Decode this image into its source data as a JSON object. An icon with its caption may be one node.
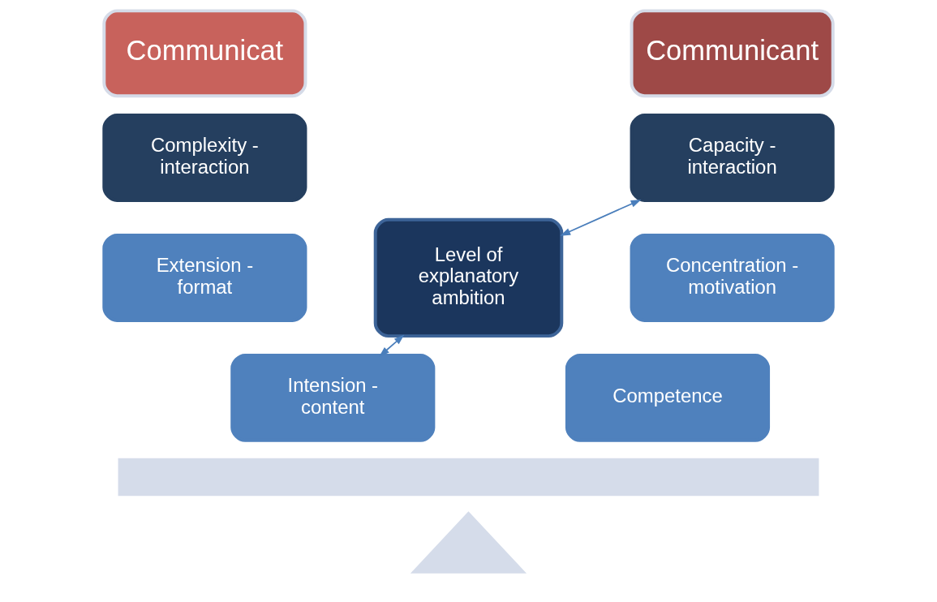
{
  "diagram": {
    "nodes": [
      {
        "text": [
          "Communicat"
        ]
      },
      {
        "text": [
          "Complexity - interaction"
        ]
      },
      {
        "text": [
          "Extension - format"
        ]
      },
      {
        "text": [
          "Intension - content"
        ]
      },
      {
        "text": [
          "Level of explanatory ambition"
        ]
      },
      {
        "text": [
          "Communicant"
        ]
      },
      {
        "text": [
          "Capacity - interaction"
        ]
      },
      {
        "text": [
          "Concentration - motivation"
        ]
      },
      {
        "text": [
          "Competence"
        ]
      },
      {
        "text": [],
        "shape": "bar"
      },
      {
        "text": [],
        "shape": "triangle"
      }
    ],
    "edges": [
      {
        "from": 3,
        "to": 4,
        "arrow": "both"
      },
      {
        "from": 4,
        "to": 6,
        "arrow": "both"
      }
    ]
  }
}
